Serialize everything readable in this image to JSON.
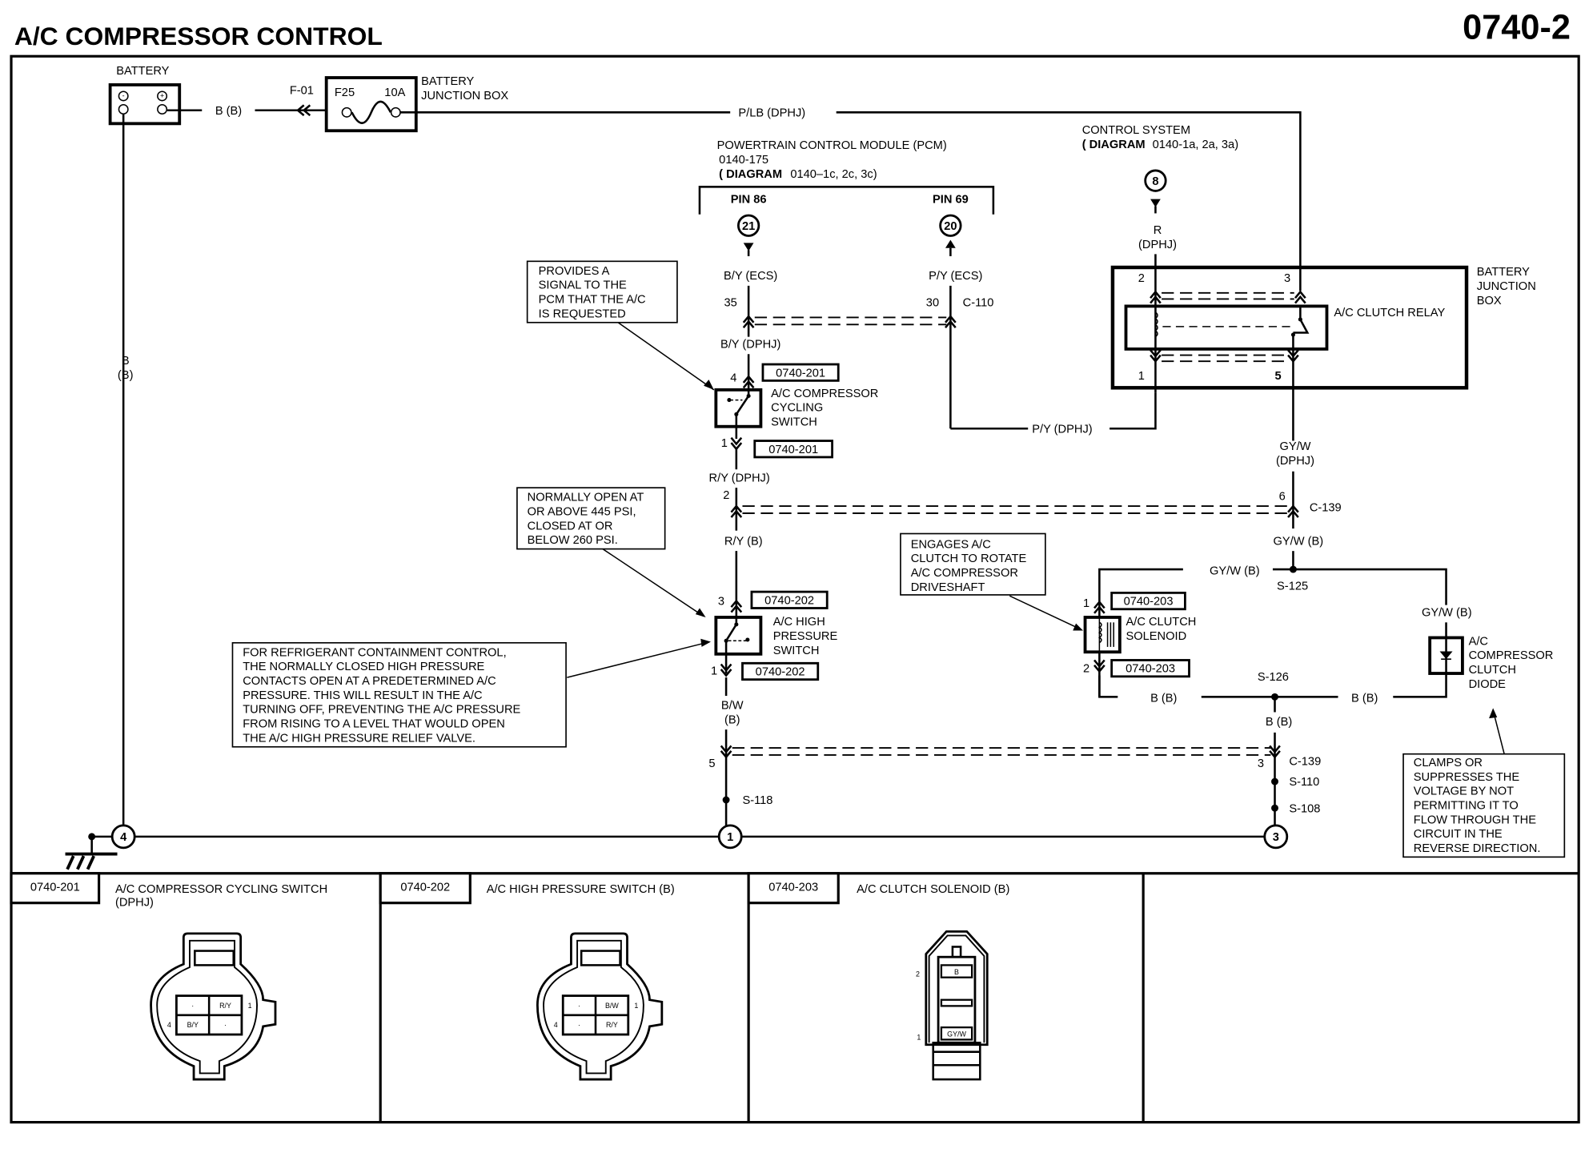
{
  "header": {
    "title": "A/C COMPRESSOR CONTROL",
    "page_number": "0740-2"
  },
  "battery": {
    "label": "BATTERY",
    "output_wire": "B (B)",
    "ground_wire": [
      "B",
      "(B)"
    ]
  },
  "fuse": {
    "connector": "F-01",
    "id": "F25",
    "rating": "10A",
    "location": [
      "BATTERY",
      "JUNCTION  BOX"
    ],
    "output_wire": "P/LB (DPHJ)"
  },
  "pcm": {
    "title": "POWERTRAIN CONTROL MODULE (PCM)",
    "ref": "0140-175",
    "diagram_prefix": "( DIAGRAM",
    "diagram_ref": "0140–1c, 2c, 3c)",
    "pins": [
      {
        "label": "PIN 86",
        "circle": "21",
        "wire_top": "B/Y (ECS)",
        "terminal": "35",
        "wire_bottom": "B/Y (DPHJ)"
      },
      {
        "label": "PIN 69",
        "circle": "20",
        "wire_top": "P/Y (ECS)",
        "terminal": "30",
        "connector": "C-110"
      }
    ]
  },
  "control_system": {
    "title": "CONTROL SYSTEM",
    "diagram_prefix": "( DIAGRAM",
    "diagram_ref": "0140-1a, 2a, 3a)",
    "circle": "8",
    "wire": [
      "R",
      "(DPHJ)"
    ]
  },
  "relay": {
    "box_label": [
      "BATTERY",
      "JUNCTION",
      "BOX"
    ],
    "name": "A/C CLUTCH RELAY",
    "pins": [
      "2",
      "3",
      "1",
      "5"
    ],
    "wire_pin1": "P/Y (DPHJ)",
    "wire_pin5": [
      "GY/W",
      "(DPHJ)"
    ]
  },
  "cycling_switch": {
    "name": [
      "A/C COMPRESSOR",
      "CYCLING",
      "SWITCH"
    ],
    "connector_ref": "0740-201",
    "pin_top": "4",
    "pin_bottom": "1",
    "wire_out": "R/Y (DPHJ)",
    "note": [
      "PROVIDES A",
      "SIGNAL TO THE",
      "PCM THAT THE A/C",
      "IS REQUESTED"
    ]
  },
  "c139_upper": {
    "left_pin": "2",
    "right_pin": "6",
    "connector": "C-139",
    "left_wire_below": "R/Y (B)",
    "right_wire_below": "GY/W (B)"
  },
  "high_pressure_switch": {
    "name": [
      "A/C HIGH",
      "PRESSURE",
      "SWITCH"
    ],
    "connector_ref": "0740-202",
    "pin_top": "3",
    "pin_bottom": "1",
    "wire_out": [
      "B/W",
      "(B)"
    ],
    "note_pressure": [
      "NORMALLY OPEN AT",
      "OR ABOVE 445 PSI,",
      "CLOSED AT OR",
      "BELOW 260 PSI."
    ],
    "note_containment": [
      "FOR REFRIGERANT CONTAINMENT CONTROL,",
      "THE NORMALLY CLOSED HIGH PRESSURE",
      "CONTACTS OPEN AT A PREDETERMINED A/C",
      "PRESSURE. THIS WILL RESULT IN THE A/C",
      "TURNING OFF, PREVENTING THE A/C PRESSURE",
      "FROM RISING TO A LEVEL THAT WOULD OPEN",
      "THE A/C HIGH PRESSURE RELIEF VALVE."
    ]
  },
  "clutch_solenoid": {
    "name": [
      "A/C CLUTCH",
      "SOLENOID"
    ],
    "connector_ref": "0740-203",
    "pin_top": "1",
    "pin_bottom": "2",
    "wire_in": "GY/W (B)",
    "wire_out": "B (B)",
    "note": [
      "ENGAGES A/C",
      "CLUTCH TO ROTATE",
      "A/C COMPRESSOR",
      "DRIVESHAFT"
    ]
  },
  "splices": {
    "s125": "S-125",
    "s126": "S-126",
    "s118": "S-118",
    "s110": "S-110",
    "s108": "S-108"
  },
  "diode": {
    "name": [
      "A/C",
      "COMPRESSOR",
      "CLUTCH",
      "DIODE"
    ],
    "wire_in": "GY/W (B)",
    "wire_out": "B (B)",
    "note": [
      "CLAMPS OR",
      "SUPPRESSES THE",
      "VOLTAGE BY NOT",
      "PERMITTING IT TO",
      "FLOW THROUGH THE",
      "CIRCUIT IN THE",
      "REVERSE DIRECTION."
    ]
  },
  "c139_lower": {
    "left_pin": "5",
    "right_pin": "3",
    "connector": "C-139",
    "right_wire_above": "B (B)"
  },
  "grounds": [
    "4",
    "1",
    "3"
  ],
  "connector_panels": [
    {
      "ref": "0740-201",
      "title": "A/C COMPRESSOR CYCLING SWITCH",
      "subtitle": "(DPHJ)",
      "pins": {
        "top_left": "·",
        "top_right": "R/Y",
        "bottom_left": "B/Y",
        "bottom_right": "·"
      },
      "pin_num_right": "1",
      "pin_num_left": "4"
    },
    {
      "ref": "0740-202",
      "title": "A/C HIGH PRESSURE SWITCH (B)",
      "subtitle": "",
      "pins": {
        "top_left": "·",
        "top_right": "B/W",
        "bottom_left": "·",
        "bottom_right": "R/Y"
      },
      "pin_num_right": "1",
      "pin_num_left": "4"
    },
    {
      "ref": "0740-203",
      "title": "A/C CLUTCH SOLENOID (B)",
      "subtitle": "",
      "pins": {
        "upper": "B",
        "lower": "GY/W"
      },
      "pin_num_upper": "2",
      "pin_num_lower": "1"
    }
  ]
}
